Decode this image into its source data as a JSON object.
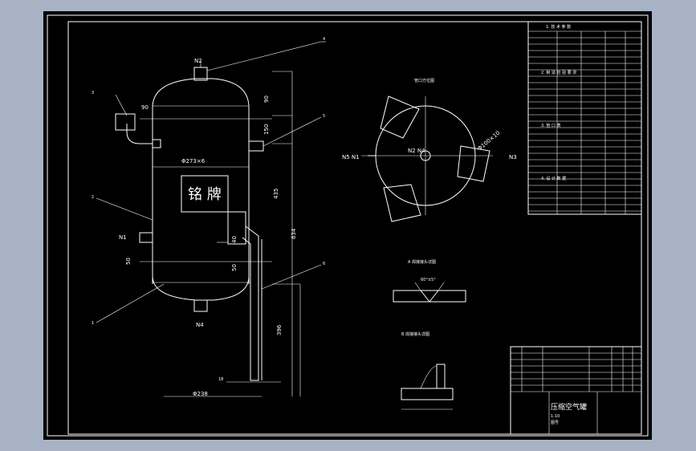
{
  "drawing": {
    "nameplate": "铭 牌",
    "nozzles": {
      "top": "N2",
      "bottom": "N4",
      "side_left": "N1",
      "plan_left": "N5 N1",
      "plan_center": "N2 N4",
      "plan_right": "N3"
    },
    "diameter_label": "Φ273×6",
    "dimensions": [
      "90",
      "150",
      "435",
      "634",
      "396",
      "40",
      "50",
      "90",
      "50",
      "Φ238",
      "18"
    ],
    "leaders": [
      "4",
      "3",
      "2",
      "1",
      "5",
      "6"
    ],
    "plan_view_title": "管口方位图",
    "plan_label": "Φ100×10",
    "weld_title_1": "A 焊接接头详图",
    "weld_title_2": "B 焊接接头详图",
    "weld_angle": "60°±5°"
  },
  "tech_table": {
    "title_1": "1. 技 术 参 数",
    "title_2": "2. 制 造 检 验 要 求",
    "title_3": "3. 管 口 表",
    "title_4": "4. 设 计 数 据"
  },
  "title_block": {
    "main_title": "压缩空气罐",
    "scale": "1:10",
    "sheet": "图号"
  }
}
